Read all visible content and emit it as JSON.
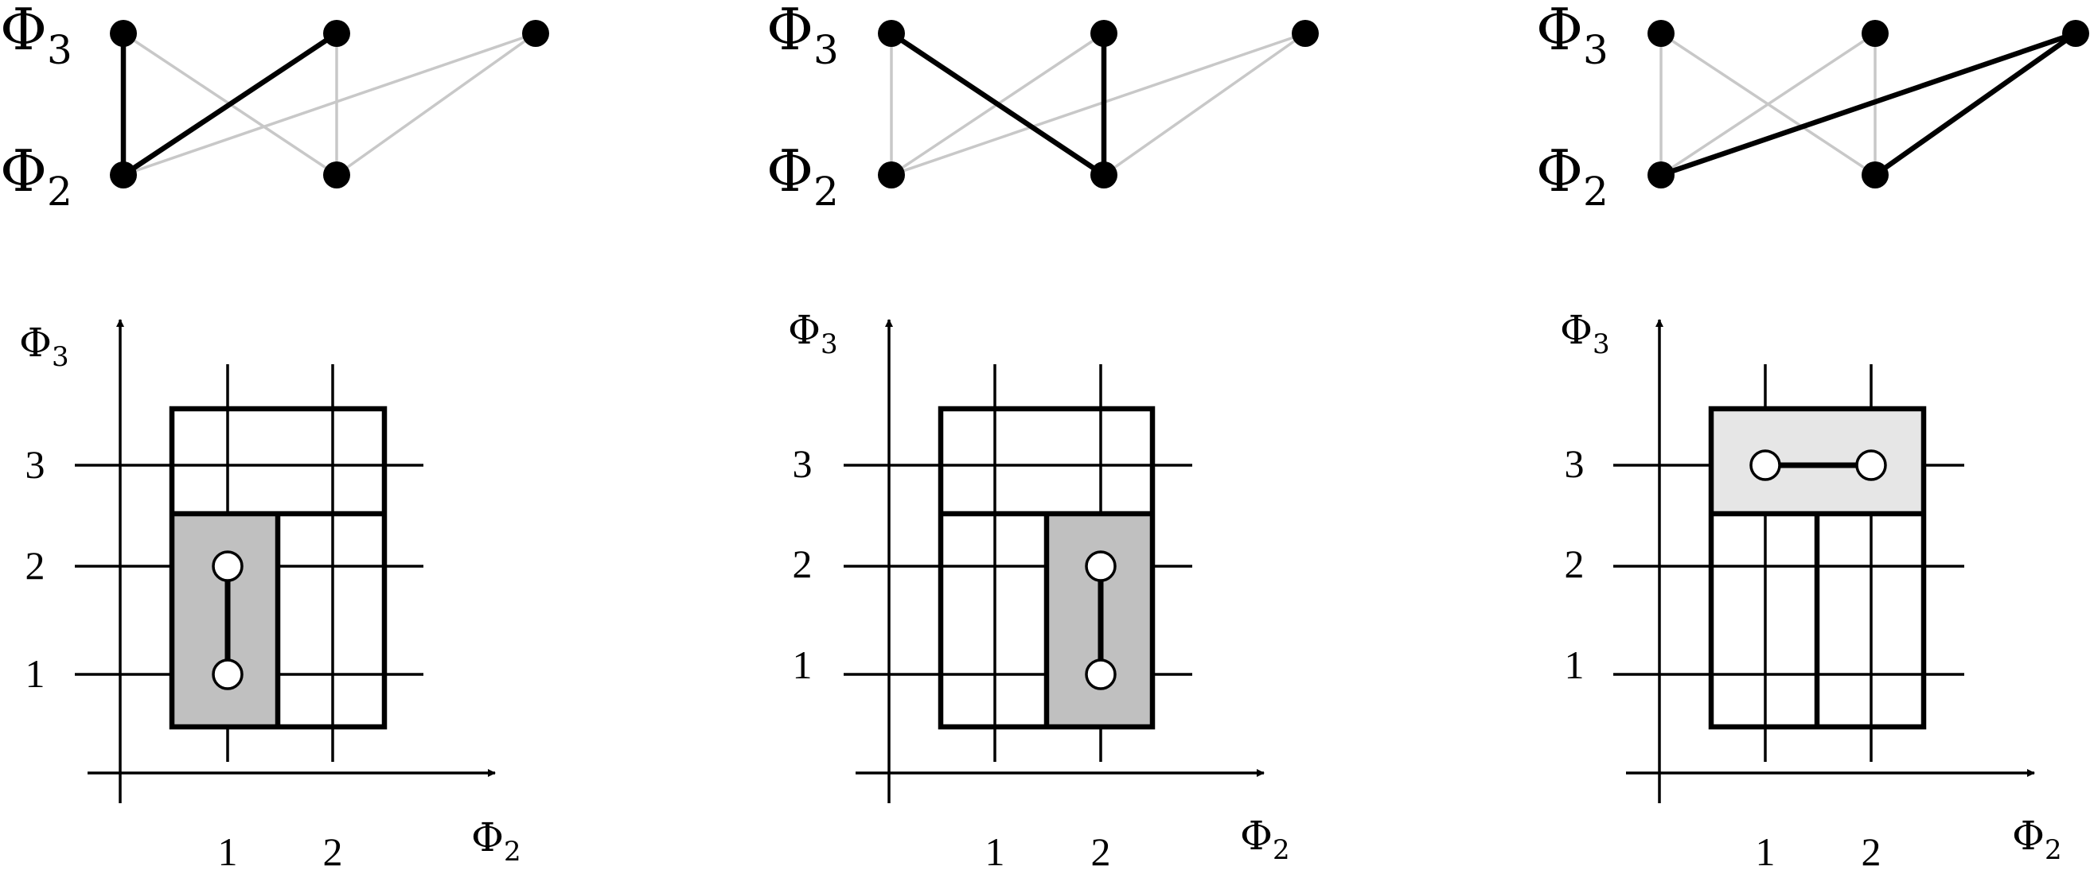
{
  "panels": [
    {
      "graph": {
        "top_label": {
          "base": "Φ",
          "sub": "3"
        },
        "bottom_label": {
          "base": "Φ",
          "sub": "2"
        }
      },
      "grid": {
        "y_axis": {
          "base": "Φ",
          "sub": "3"
        },
        "x_axis": {
          "base": "Φ",
          "sub": "2"
        },
        "x_ticks": [
          "1",
          "2"
        ],
        "y_ticks": [
          "1",
          "2",
          "3"
        ]
      }
    },
    {
      "graph": {
        "top_label": {
          "base": "Φ",
          "sub": "3"
        },
        "bottom_label": {
          "base": "Φ",
          "sub": "2"
        }
      },
      "grid": {
        "y_axis": {
          "base": "Φ",
          "sub": "3"
        },
        "x_axis": {
          "base": "Φ",
          "sub": "2"
        },
        "x_ticks": [
          "1",
          "2"
        ],
        "y_ticks": [
          "1",
          "2",
          "3"
        ]
      }
    },
    {
      "graph": {
        "top_label": {
          "base": "Φ",
          "sub": "3"
        },
        "bottom_label": {
          "base": "Φ",
          "sub": "2"
        }
      },
      "grid": {
        "y_axis": {
          "base": "Φ",
          "sub": "3"
        },
        "x_axis": {
          "base": "Φ",
          "sub": "2"
        },
        "x_ticks": [
          "1",
          "2"
        ],
        "y_ticks": [
          "1",
          "2",
          "3"
        ]
      }
    }
  ],
  "colors": {
    "ink": "#000000",
    "faint_edge": "#c8c8c8",
    "dark_fill": "#c0c0c0",
    "light_fill": "#e6e6e6",
    "background": "#ffffff"
  }
}
